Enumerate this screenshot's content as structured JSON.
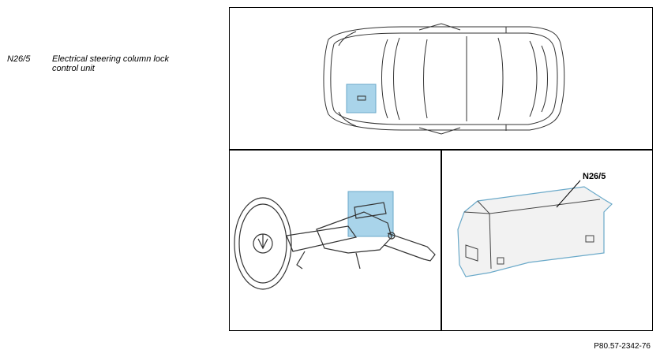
{
  "legend": {
    "items": [
      {
        "code": "N26/5",
        "description": "Electrical steering column lock control unit"
      }
    ]
  },
  "figure": {
    "callout_label": "N26/5",
    "reference": "P80.57-2342-76",
    "highlight_color": "#a9d4ea"
  }
}
